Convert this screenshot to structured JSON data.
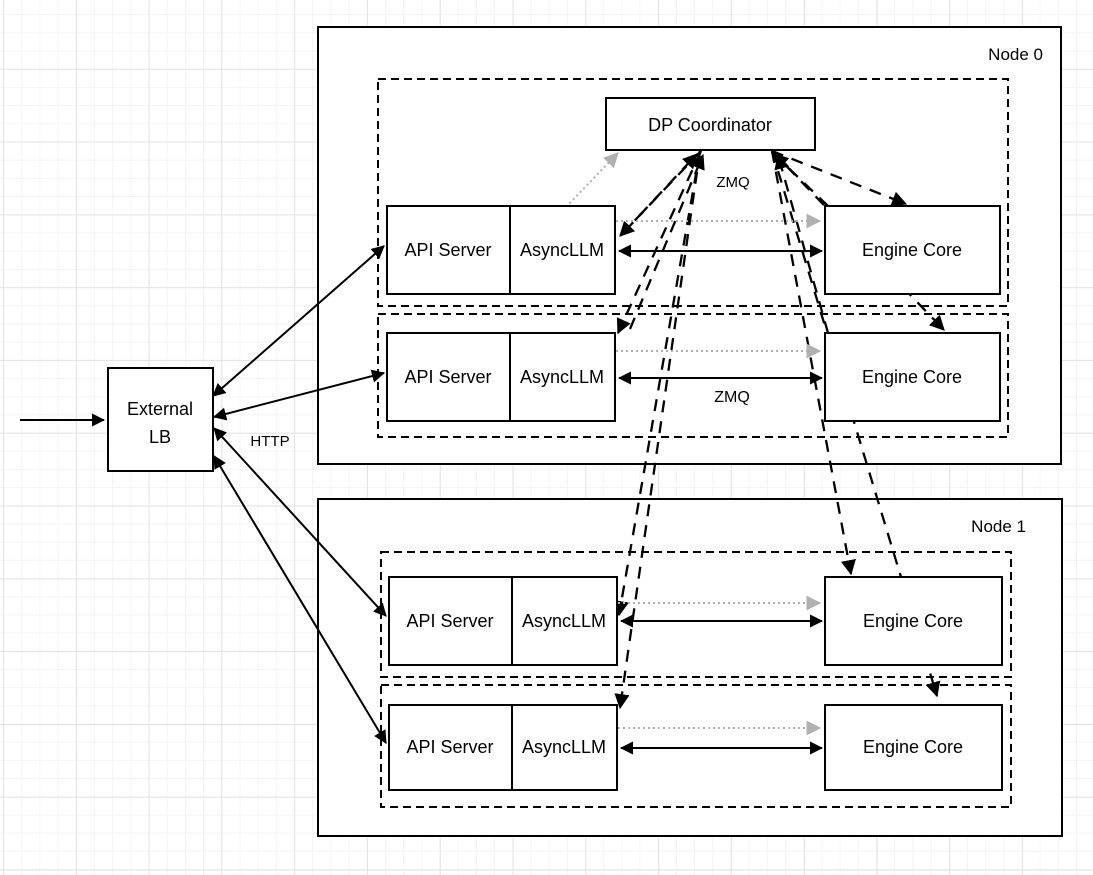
{
  "diagram": {
    "external_lb": {
      "label_line1": "External",
      "label_line2": "LB"
    },
    "coordinator": {
      "label": "DP Coordinator"
    },
    "nodes": [
      {
        "title": "Node 0",
        "replicas": [
          {
            "api": "API Server",
            "async": "AsyncLLM",
            "engine": "Engine Core"
          },
          {
            "api": "API Server",
            "async": "AsyncLLM",
            "engine": "Engine Core"
          }
        ]
      },
      {
        "title": "Node 1",
        "replicas": [
          {
            "api": "API Server",
            "async": "AsyncLLM",
            "engine": "Engine Core"
          },
          {
            "api": "API Server",
            "async": "AsyncLLM",
            "engine": "Engine Core"
          }
        ]
      }
    ],
    "edge_labels": {
      "http": "HTTP",
      "zmq_coordinator": "ZMQ",
      "zmq_row": "ZMQ"
    },
    "colors": {
      "line": "#000000",
      "muted_arrow": "#b0b0b0",
      "box_fill": "#ffffff"
    }
  }
}
